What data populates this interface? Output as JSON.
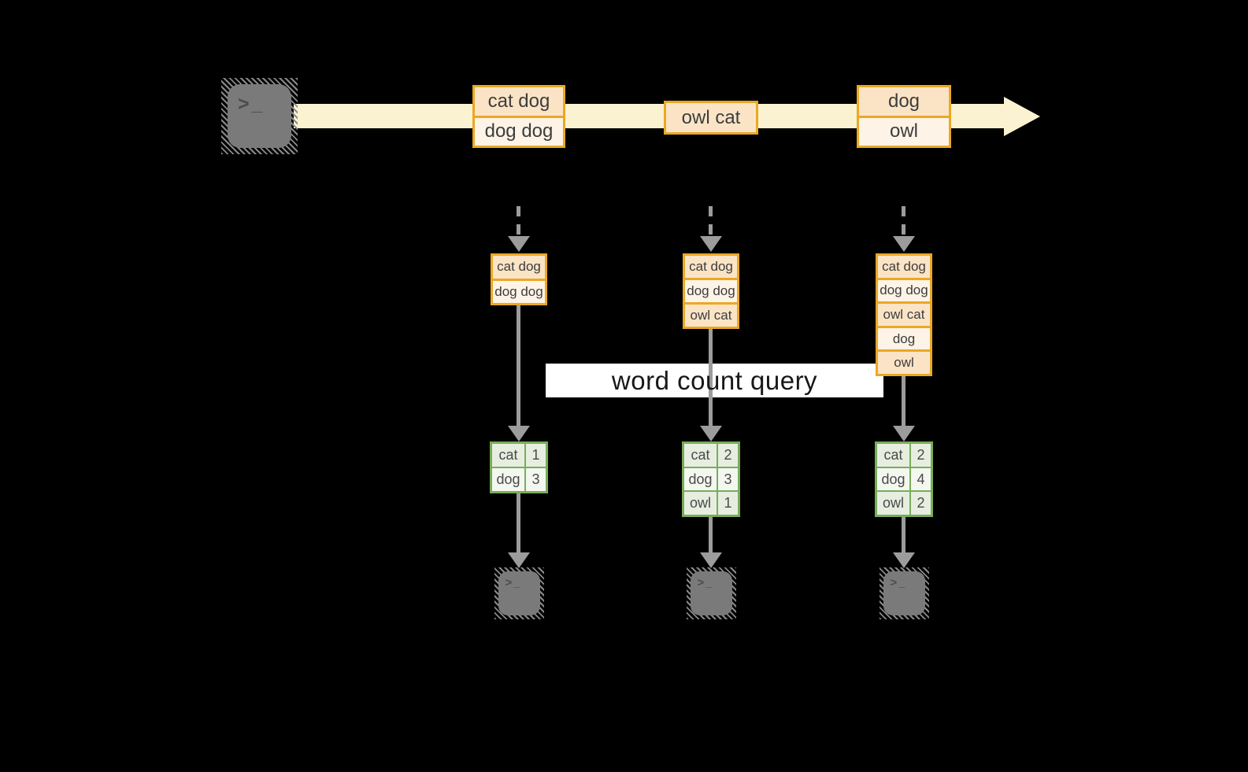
{
  "query_label": "word count query",
  "terminal_glyph": ">_",
  "icons": {
    "source": "terminal-icon",
    "sinks": [
      "terminal-icon",
      "terminal-icon",
      "terminal-icon"
    ]
  },
  "stream_events": [
    {
      "rows": [
        "cat dog",
        "dog dog"
      ]
    },
    {
      "rows": [
        "owl cat"
      ]
    },
    {
      "rows": [
        "dog",
        "owl"
      ]
    }
  ],
  "accumulated_batches": [
    {
      "rows": [
        "cat dog",
        "dog dog"
      ]
    },
    {
      "rows": [
        "cat dog",
        "dog dog",
        "owl cat"
      ]
    },
    {
      "rows": [
        "cat dog",
        "dog dog",
        "owl cat",
        "dog",
        "owl"
      ]
    }
  ],
  "word_counts": [
    {
      "rows": [
        {
          "word": "cat",
          "count": "1"
        },
        {
          "word": "dog",
          "count": "3"
        }
      ]
    },
    {
      "rows": [
        {
          "word": "cat",
          "count": "2"
        },
        {
          "word": "dog",
          "count": "3"
        },
        {
          "word": "owl",
          "count": "1"
        }
      ]
    },
    {
      "rows": [
        {
          "word": "cat",
          "count": "2"
        },
        {
          "word": "dog",
          "count": "4"
        },
        {
          "word": "owl",
          "count": "2"
        }
      ]
    }
  ],
  "colors": {
    "background": "#000000",
    "stream_band": "#faf2d1",
    "event_border": "#eaa824",
    "event_row_dark": "#fbe4c6",
    "event_row_light": "#fdf3e6",
    "table_border": "#78ad5a",
    "table_row_dark": "#e7eee0",
    "table_row_light": "#f3f7ef",
    "arrow_gray": "#9c9c9c",
    "terminal_gray": "#7a7a7a",
    "label_bg": "#ffffff",
    "text_dark": "#3d3d3d"
  }
}
